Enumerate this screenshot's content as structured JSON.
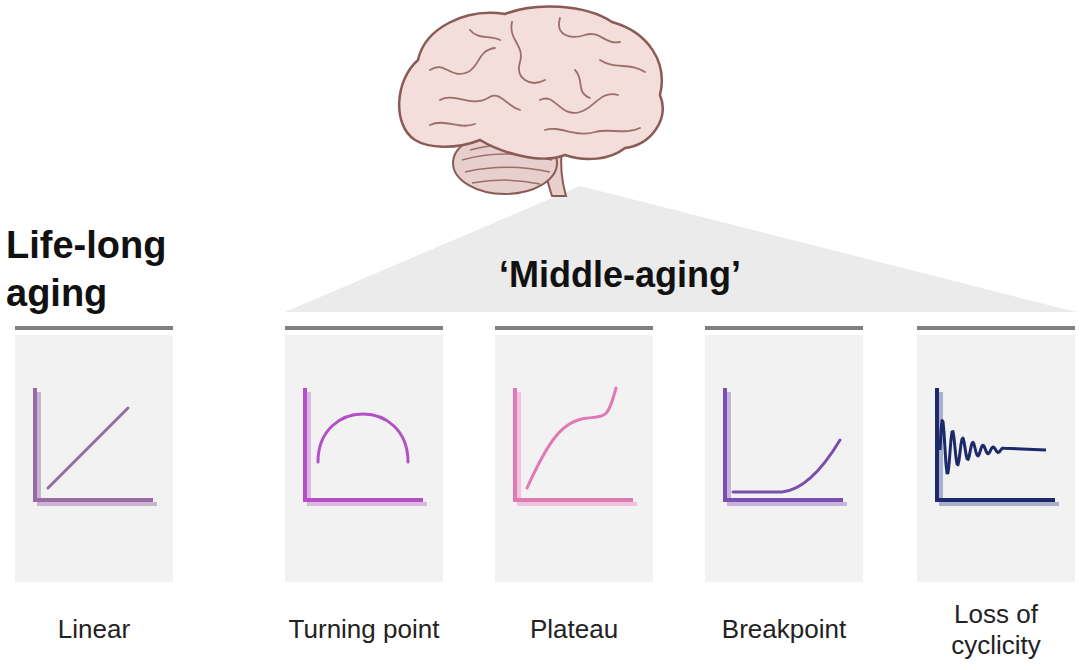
{
  "diagram": {
    "nodes": [
      {
        "text": [
          "Linear"
        ]
      },
      {
        "text": [
          "Turning point"
        ]
      },
      {
        "text": [
          "Plateau"
        ]
      },
      {
        "text": [
          "Breakpoint"
        ]
      },
      {
        "text": [
          "Loss of cyclicity"
        ]
      }
    ],
    "labels": [
      "Life-long aging",
      "‘Middle-aging’"
    ]
  }
}
